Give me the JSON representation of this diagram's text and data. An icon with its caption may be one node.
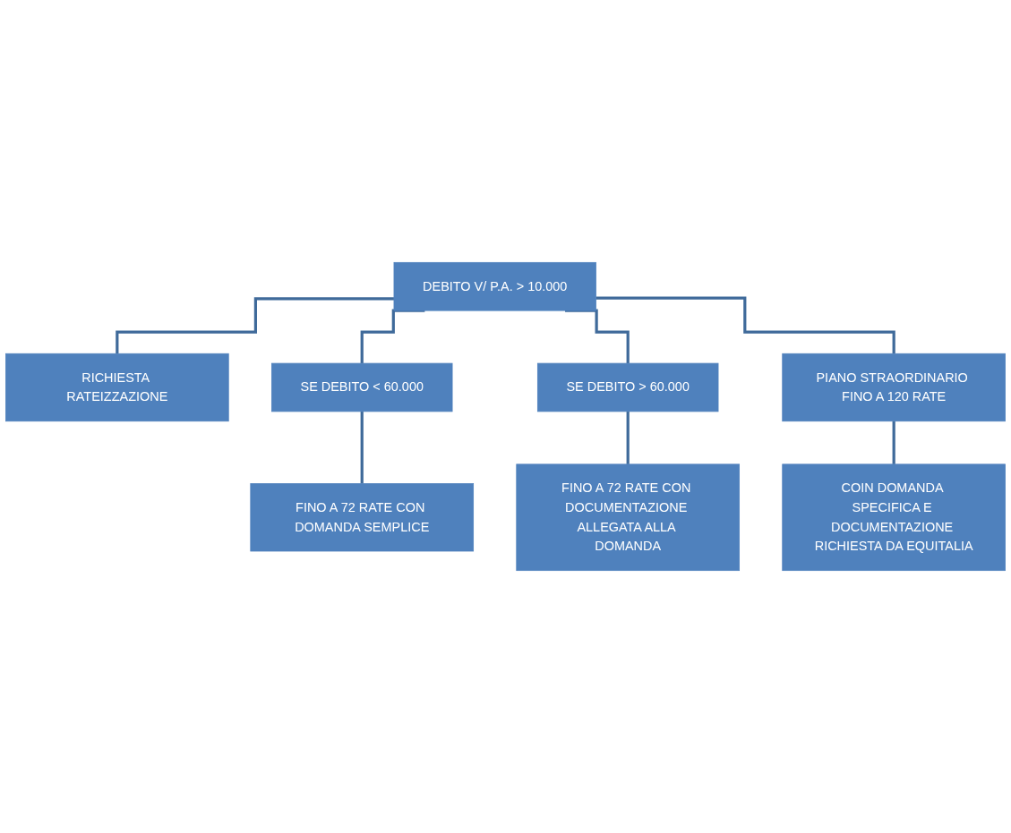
{
  "diagram": {
    "nodes": [
      {
        "text": [
          "DEBITO V/ P.A. > 10.000"
        ]
      },
      {
        "text": [
          "RICHIESTA RATEIZZAZIONE"
        ]
      },
      {
        "text": [
          "SE DEBITO < 60.000"
        ]
      },
      {
        "text": [
          "SE DEBITO > 60.000"
        ]
      },
      {
        "text": [
          "PIANO STRAORDINARIO FINO A 120 RATE"
        ]
      },
      {
        "text": [
          "FINO A 72 RATE CON DOMANDA SEMPLICE"
        ]
      },
      {
        "text": [
          "FINO A 72 RATE CON DOCUMENTAZIONE ALLEGATA ALLA DOMANDA"
        ]
      },
      {
        "text": [
          "COIN DOMANDA SPECIFICA E DOCUMENTAZIONE RICHIESTA DA EQUITALIA"
        ]
      }
    ],
    "edges": [
      {
        "from": 0,
        "to": 1,
        "arrow": "none"
      },
      {
        "from": 0,
        "to": 2,
        "arrow": "none"
      },
      {
        "from": 0,
        "to": 3,
        "arrow": "none"
      },
      {
        "from": 0,
        "to": 4,
        "arrow": "none"
      },
      {
        "from": 2,
        "to": 5,
        "arrow": "none"
      },
      {
        "from": 3,
        "to": 6,
        "arrow": "none"
      },
      {
        "from": 4,
        "to": 7,
        "arrow": "none"
      }
    ]
  }
}
